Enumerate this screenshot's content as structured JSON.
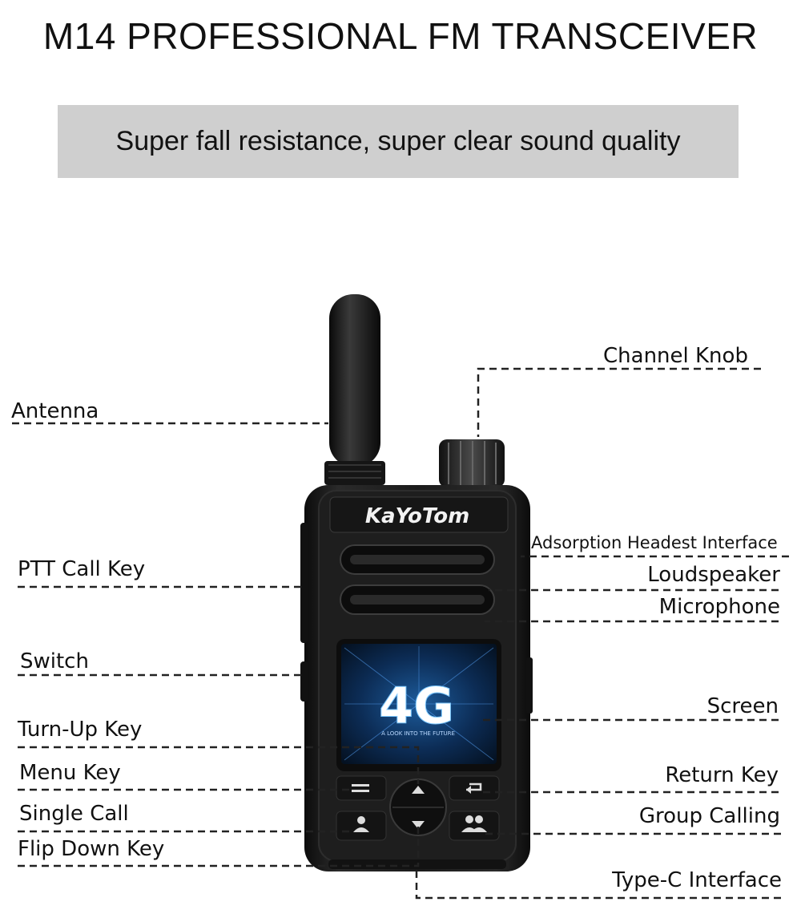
{
  "title": "M14 PROFESSIONAL FM TRANSCEIVER",
  "subtitle": "Super fall resistance, super clear sound quality",
  "brand": "KaYoTom",
  "screen": {
    "main_text": "4G",
    "tagline": "A LOOK INTO THE FUTURE"
  },
  "labels": {
    "antenna": "Antenna",
    "channel_knob": "Channel Knob",
    "ptt_call_key": "PTT Call Key",
    "adsorption_headset": "Adsorption Headest Interface",
    "loudspeaker": "Loudspeaker",
    "microphone": "Microphone",
    "switch": "Switch",
    "screen": "Screen",
    "turn_up_key": "Turn-Up Key",
    "menu_key": "Menu Key",
    "return_key": "Return Key",
    "single_call": "Single Call",
    "group_calling": "Group Calling",
    "flip_down_key": "Flip Down Key",
    "type_c_interface": "Type-C Interface"
  },
  "colors": {
    "banner": "#cfcfcf",
    "device_body": "#1a1a1a",
    "indicator": "#2fd8ff",
    "screen_bg": "#0b1f3d"
  },
  "icons": [
    "menu-icon",
    "up-arrow-icon",
    "down-arrow-icon",
    "return-icon",
    "single-user-icon",
    "group-users-icon"
  ]
}
